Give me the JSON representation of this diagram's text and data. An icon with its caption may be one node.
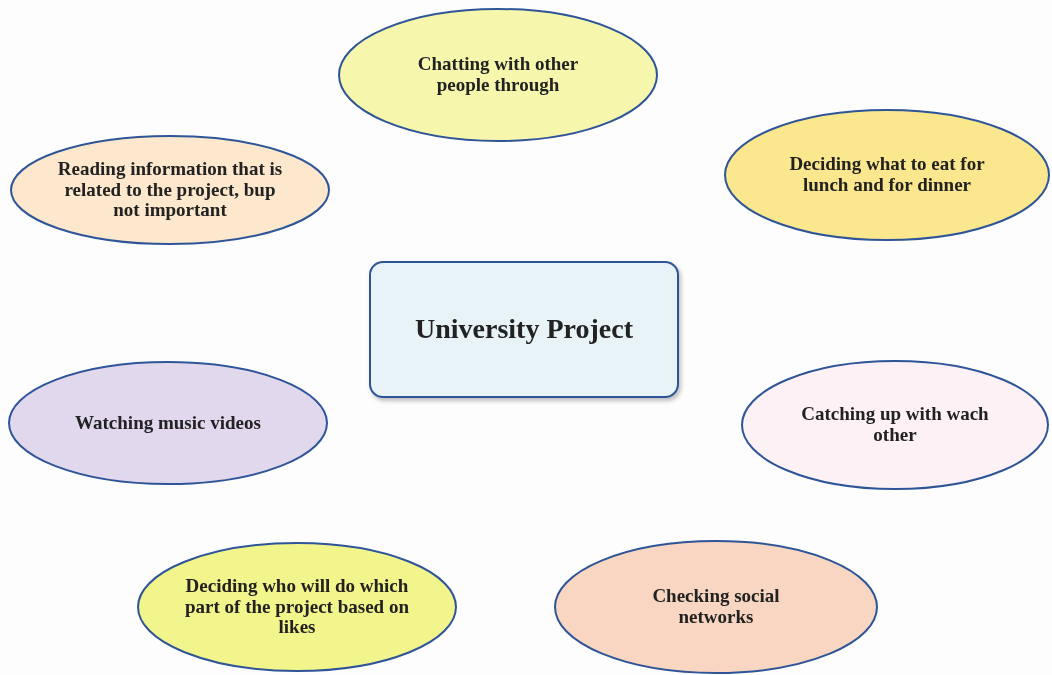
{
  "diagram": {
    "nodes": [
      {
        "text": [
          "Chatting with other people through"
        ]
      },
      {
        "text": [
          "Reading information that is related to the project, bup not important"
        ]
      },
      {
        "text": [
          "Deciding what to eat for lunch and for dinner"
        ]
      },
      {
        "text": [
          "University Project"
        ]
      },
      {
        "text": [
          "Watching music videos"
        ]
      },
      {
        "text": [
          "Catching up with wach other"
        ]
      },
      {
        "text": [
          "Deciding who will do which part of the project based on likes"
        ]
      },
      {
        "text": [
          "Checking social networks"
        ]
      }
    ]
  }
}
